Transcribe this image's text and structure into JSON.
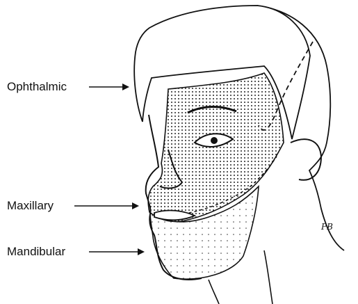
{
  "labels": {
    "ophthalmic": "Ophthalmic",
    "maxillary": "Maxillary",
    "mandibular": "Mandibular"
  },
  "signature": "PB",
  "colors": {
    "ink": "#111111",
    "stipple": "#222222",
    "background": "#ffffff"
  }
}
